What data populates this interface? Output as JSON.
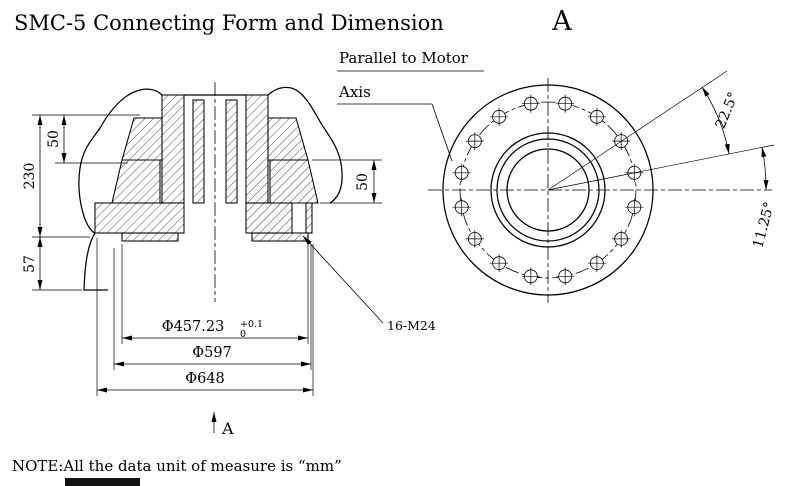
{
  "page": {
    "title": "SMC-5 Connecting Form and Dimension",
    "note": "NOTE:All the data unit of measure is “mm”"
  },
  "annotations": {
    "parallel_line1": "Parallel to Motor",
    "parallel_line2": "Axis",
    "thread_callout": "16-M24"
  },
  "left_view": {
    "section_label": "A"
  },
  "right_view": {
    "label": "A",
    "bolt_count": 16,
    "bolt_angle_offset_deg": 11.25,
    "bolt_angle_step_deg": 22.5
  },
  "dimensions": {
    "h230": "230",
    "h50_left": "50",
    "h50_right": "50",
    "h57": "57",
    "dia457": "Φ457.23",
    "dia457_tol_up": "+0.1",
    "dia457_tol_dn": "0",
    "dia597": "Φ597",
    "dia648": "Φ648",
    "angle_22_5": "22.5°",
    "angle_11_25": "11.25°"
  },
  "colors": {
    "line": "#000000",
    "background": "#ffffff"
  }
}
